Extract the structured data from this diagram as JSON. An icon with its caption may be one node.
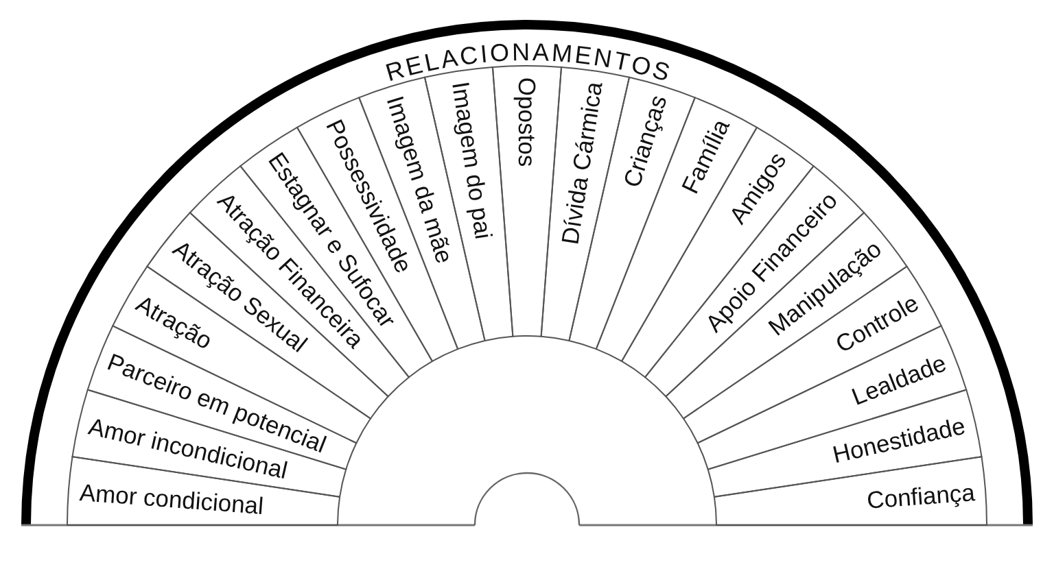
{
  "diagram": {
    "title": "RELACIONAMENTOS",
    "nodes": [
      {
        "text": [
          "Amor condicional"
        ]
      },
      {
        "text": [
          "Amor incondicional"
        ]
      },
      {
        "text": [
          "Parceiro em potencial"
        ]
      },
      {
        "text": [
          "Atração"
        ]
      },
      {
        "text": [
          "Atração Sexual"
        ]
      },
      {
        "text": [
          "Atração Financeira"
        ]
      },
      {
        "text": [
          "Estagnar e Sufocar"
        ]
      },
      {
        "text": [
          "Possessividade"
        ]
      },
      {
        "text": [
          "Imagem da mãe"
        ]
      },
      {
        "text": [
          "Imagem do pai"
        ]
      },
      {
        "text": [
          "Opostos"
        ]
      },
      {
        "text": [
          "Dívida Cármica"
        ]
      },
      {
        "text": [
          "Crianças"
        ]
      },
      {
        "text": [
          "Família"
        ]
      },
      {
        "text": [
          "Amigos"
        ]
      },
      {
        "text": [
          "Apoio Financeiro"
        ]
      },
      {
        "text": [
          "Manipulação"
        ]
      },
      {
        "text": [
          "Controle"
        ]
      },
      {
        "text": [
          "Lealdade"
        ]
      },
      {
        "text": [
          "Honestidade"
        ]
      },
      {
        "text": [
          "Confiança"
        ]
      }
    ]
  }
}
